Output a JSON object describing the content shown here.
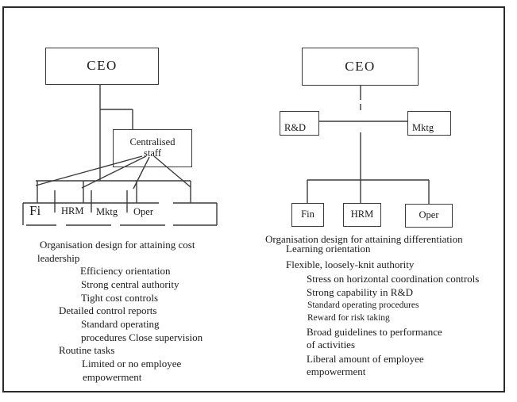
{
  "figure": {
    "colors": {
      "background": "#ffffff",
      "line": "#3a3a3a",
      "text": "#1a1a1a",
      "border": "#2b2b2b"
    },
    "left": {
      "ceo_label": "CEO",
      "staff_label_line1": "Centralised",
      "staff_label_line2": "staff",
      "dept_labels": [
        "Fi",
        "HRM",
        "Mktg",
        "Oper"
      ],
      "caption_lines": [
        "Organisation design for attaining cost",
        "leadership",
        "Efficiency orientation",
        "Strong central authority",
        "Tight cost controls",
        "Detailed control reports",
        "Standard operating",
        "procedures Close supervision",
        "Routine tasks",
        "Limited or no employee",
        "empowerment"
      ]
    },
    "right": {
      "ceo_label": "CEO",
      "rnd_label": "R&D",
      "mktg_label": "Mktg",
      "fin_label": "Fin",
      "hrm_label": "HRM",
      "oper_label": "Oper",
      "caption_lines": [
        "Organisation design for attaining differentiation",
        "Learning orientation",
        "Flexible, loosely-knit authority",
        "Stress on horizontal coordination controls",
        "Strong capability in R&D",
        "Standard operating procedures",
        "Reward for risk taking",
        "Broad guidelines to performance",
        "of activities",
        "Liberal amount of employee",
        "empowerment"
      ]
    }
  }
}
